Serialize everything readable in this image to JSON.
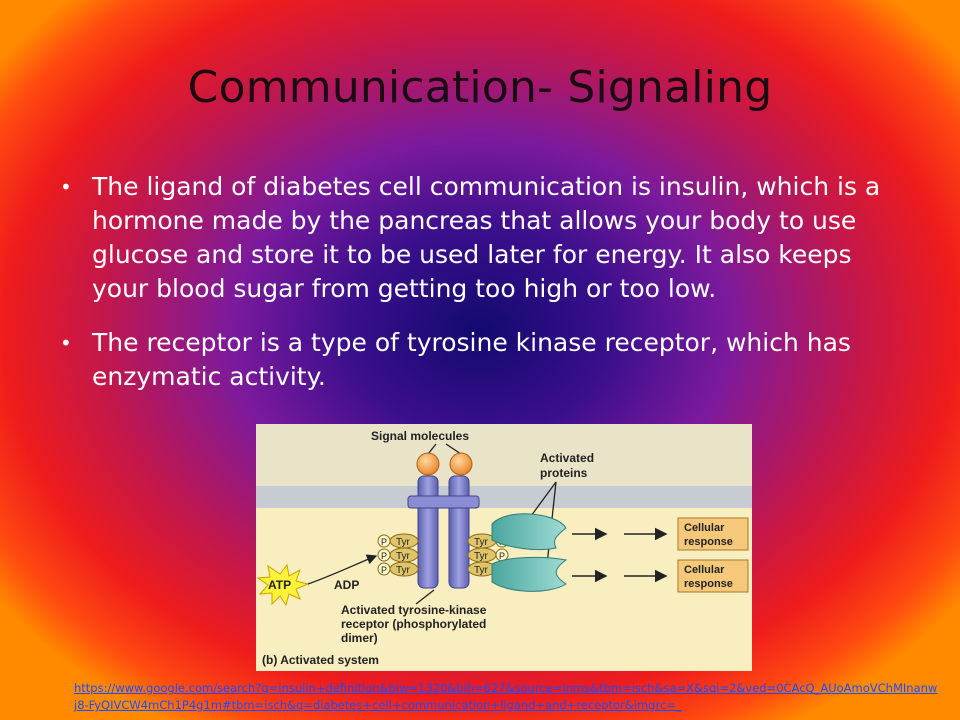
{
  "slide": {
    "title": "Communication- Signaling",
    "bullets": [
      "The ligand of diabetes cell communication is insulin, which is a hormone made by the pancreas that allows your body to use glucose and store it to be used later for energy. It also keeps your blood sugar from getting too high or too low.",
      "The receptor is a type of tyrosine kinase receptor, which has enzymatic activity."
    ],
    "source_link": "https://www.google.com/search?q=insulin+definition&biw=1320&bih=627&source=lnms&tbm=isch&sa=X&sqi=2&ved=0CAcQ_AUoAmoVChMInanwj8-FyQIVCW4mCh1P4g1m#tbm=isch&q=diabetes+cell+communication+ligand+and+receptor&imgrc=_"
  },
  "figure": {
    "signal_molecules": "Signal molecules",
    "activated_proteins_1": "Activated",
    "activated_proteins_2": "proteins",
    "cellular_1": "Cellular",
    "response_1": "response",
    "cellular_2": "Cellular",
    "response_2": "response",
    "atp": "ATP",
    "adp": "ADP",
    "tyr": "Tyr",
    "p": "P",
    "caption_1": "Activated tyrosine-kinase",
    "caption_2": "receptor (phosphorylated",
    "caption_3": "dimer)",
    "panel_label": "(b) Activated system",
    "colors": {
      "background": "#f8eec0",
      "membrane": "#c9cfd4",
      "receptor": "#7b7fc7",
      "signal": "#f0a040",
      "protein": "#6ec0b8",
      "response_box": "#f6c97a"
    }
  }
}
